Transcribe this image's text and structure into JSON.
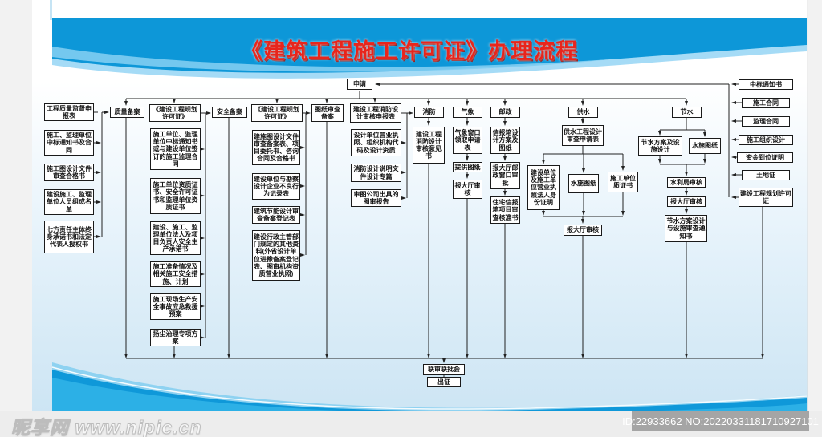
{
  "page": {
    "title": "《建筑工程施工许可证》办理流程"
  },
  "colors": {
    "banner_blue": "#0d97d8",
    "banner_light_blue": "#a5dbf6",
    "wave_cyan": "#2cb0e6",
    "title_red": "#e8251c",
    "box_border": "#1a1a1a",
    "badge_gray": "#a5a5a5"
  },
  "flowchart": {
    "nodes": {
      "apply": "申请",
      "hdr_quality": "质量备案",
      "hdr_plan1": "《建设工程规划许可证》",
      "hdr_safety": "安全备案",
      "hdr_plan2": "《建设工程规划许可证》",
      "hdr_drawing": "图纸审查备案",
      "hdr_fire_form": "建设工程消防设计审核申报表",
      "hdr_fire": "消防",
      "hdr_weather": "气象",
      "hdr_post": "邮政",
      "hdr_watersupply": "供水",
      "hdr_watersaving": "节水",
      "c1_1": "工程质量监督申报表",
      "c1_2": "施工、监理单位中标通知书及合同",
      "c1_3": "施工图设计文件审查合格书",
      "c1_4": "建设施工、监理单位人员组成名单",
      "c1_5": "七方责任主体终身承诺书和法定代表人授权书",
      "c2_1": "施工单位、监理单位中标通知书或与建设单位签订的施工监理合同",
      "c2_2": "施工单位资质证书、安全许可证书和监理单位资质证书",
      "c2_3": "建设、施工、监理单位法人及项目负责人安全生产承诺书",
      "c2_4": "施工准备情况及相关施工安全措施、计划",
      "c2_5": "施工现场生产安全事故应急救援预案",
      "c2_6": "扬尘治理专项方案",
      "c3_1": "建施图设计文件审查备案表、项目委托书、咨询合同及合格书",
      "c3_2": "建设单位与勘察设计企业不良行为记录表",
      "c3_3": "建筑节能设计审查备案登记表",
      "c3_4": "建设行政主管部门规定的其他资料(外省设计单位进豫备案登记表、图审机构资质营业执照)",
      "c4_1": "设计单位营业执照、组织机构代码及设计资质",
      "c4_2": "消防设计说明文件设计专篇",
      "c4_3": "审图公司出具的图审报告",
      "fire_result": "建设工程消防设计审核意见书",
      "w1": "气象窗口领取申请表",
      "w2": "提供图纸",
      "w3": "报大厅审核",
      "p1": "信报箱设计方案及图纸",
      "p2": "报大厅邮政窗口审批",
      "p3": "住宅信报箱项目审查核准书",
      "ws1": "供水工程设计审查申请表",
      "ws2": "建设单位及施工单位营业执照法人身份证明",
      "ws3": "水施图纸",
      "ws4": "施工单位质证书",
      "ws5": "报大厅审核",
      "sv1": "节水方案及设施设计",
      "sv2": "水施图纸",
      "sv3": "水利局审核",
      "sv4": "报大厅审核",
      "sv5": "节水方案设计与设施审查通知书",
      "r1": "中标通知书",
      "r2": "施工合同",
      "r3": "监理合同",
      "r4": "施工组织设计",
      "r5": "资金到位证明",
      "r6": "土地证",
      "r7": "建设工程规划许可证",
      "joint": "联审联批会",
      "issue": "出证"
    },
    "edges": [
      "r1->apply",
      "r2->apply",
      "r3->apply",
      "r4->apply",
      "r5->apply",
      "r6->apply",
      "r7->apply",
      "apply->hdr_quality",
      "apply->hdr_plan1",
      "apply->hdr_plan2",
      "apply->hdr_drawing",
      "apply->hdr_fire_form",
      "apply->hdr_fire",
      "apply->hdr_weather",
      "apply->hdr_post",
      "apply->hdr_watersupply",
      "apply->hdr_watersaving",
      "c1_1->hdr_quality",
      "c1_2->hdr_quality",
      "c1_3->hdr_quality",
      "c1_4->hdr_quality",
      "c1_5->hdr_quality",
      "hdr_plan1->hdr_safety",
      "c2_1->hdr_safety",
      "c2_2->hdr_safety",
      "c2_3->hdr_safety",
      "c2_4->hdr_safety",
      "c2_5->hdr_safety",
      "c2_6->hdr_safety",
      "hdr_plan2->hdr_drawing",
      "c3_1->hdr_drawing",
      "c3_2->hdr_drawing",
      "c3_3->hdr_drawing",
      "c3_4->hdr_drawing",
      "c4_1->hdr_fire_form",
      "c4_2->hdr_fire_form",
      "c4_3->hdr_fire_form",
      "hdr_fire_form->hdr_fire",
      "hdr_fire->fire_result",
      "hdr_weather->w1",
      "w1->w2",
      "w2->w3",
      "hdr_post->p1",
      "p1->p2",
      "p2->p3",
      "hdr_watersupply->ws1",
      "ws1->ws2",
      "ws1->ws3",
      "ws1->ws4",
      "ws2->ws5",
      "ws3->ws5",
      "ws4->ws5",
      "hdr_watersaving->sv1",
      "hdr_watersaving->sv2",
      "sv1->sv3",
      "sv2->sv3",
      "sv3->sv4",
      "sv4->sv5",
      "hdr_quality->joint",
      "hdr_safety->joint",
      "c2_6->joint",
      "hdr_drawing->joint",
      "fire_result->joint",
      "w3->joint",
      "p3->joint",
      "ws5->joint",
      "sv5->joint",
      "r7->joint",
      "joint->issue"
    ]
  },
  "footer": {
    "watermark_logo": "昵享网",
    "watermark_url": "www.nipic.cn",
    "image_id": "ID:22933662 NO:20220331181710927101"
  }
}
